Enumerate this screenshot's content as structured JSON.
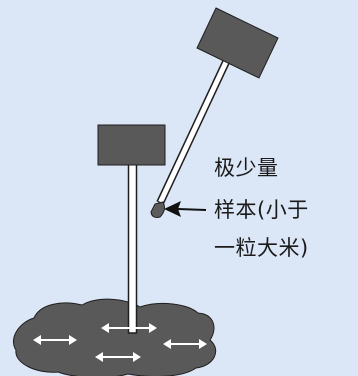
{
  "colors": {
    "background": "#dbe6f6",
    "pole_fill": "#ffffff",
    "outline": "#1f1f1f",
    "block_fill": "#595959",
    "sample_fill": "#5c5c5c",
    "arrow_fill": "#ffffff"
  },
  "annotation": {
    "lines": [
      "极少量",
      "样本(小于",
      "一粒大米)"
    ]
  }
}
